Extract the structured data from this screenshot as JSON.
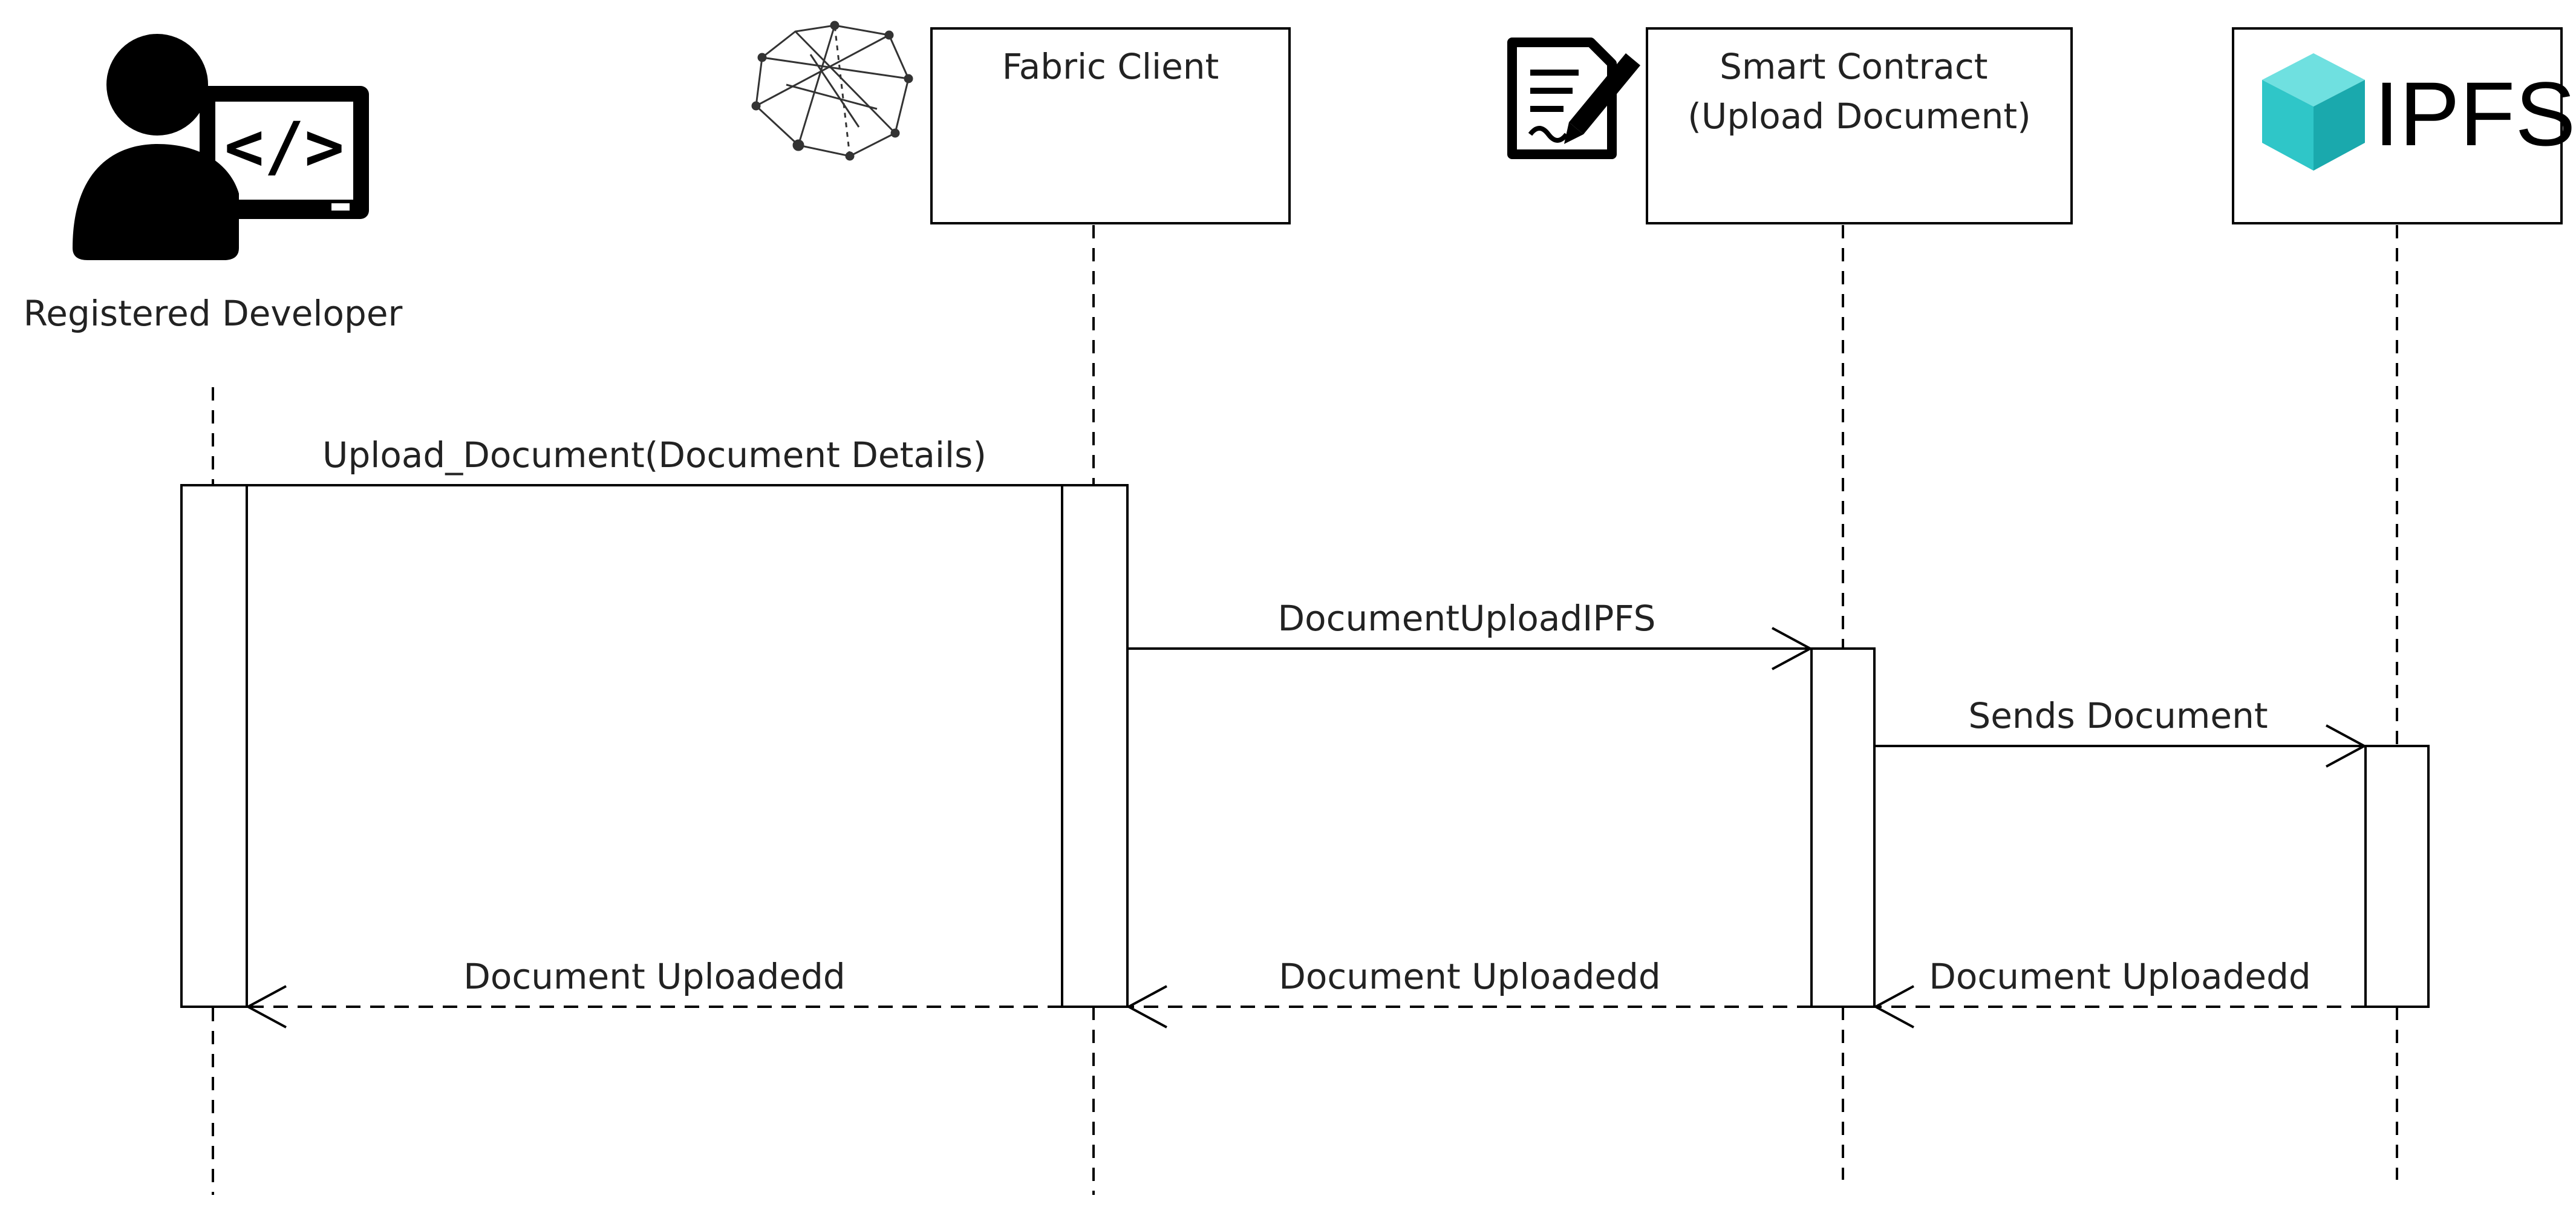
{
  "participants": [
    {
      "id": "developer",
      "label": "Registered Developer",
      "icon": "developer-icon"
    },
    {
      "id": "fabric",
      "label": "Fabric Client",
      "icon": "fabric-network-icon"
    },
    {
      "id": "contract",
      "label_lines": [
        "Smart Contract",
        "(Upload Document)"
      ],
      "icon": "contract-document-icon"
    },
    {
      "id": "ipfs",
      "label": "",
      "icon": "ipfs-logo",
      "logo_text": "IPFS",
      "logo_color": "#2fc6c8"
    }
  ],
  "messages": [
    {
      "from": "developer",
      "to": "fabric",
      "label": "Upload_Document(Document Details)",
      "style": "solid"
    },
    {
      "from": "fabric",
      "to": "contract",
      "label": "DocumentUploadIPFS",
      "style": "solid"
    },
    {
      "from": "contract",
      "to": "ipfs",
      "label": "Sends Document",
      "style": "solid"
    },
    {
      "from": "ipfs",
      "to": "contract",
      "label": "Document Uploadedd",
      "style": "dashed"
    },
    {
      "from": "contract",
      "to": "fabric",
      "label": "Document Uploadedd",
      "style": "dashed"
    },
    {
      "from": "fabric",
      "to": "developer",
      "label": "Document Uploadedd",
      "style": "dashed"
    }
  ]
}
